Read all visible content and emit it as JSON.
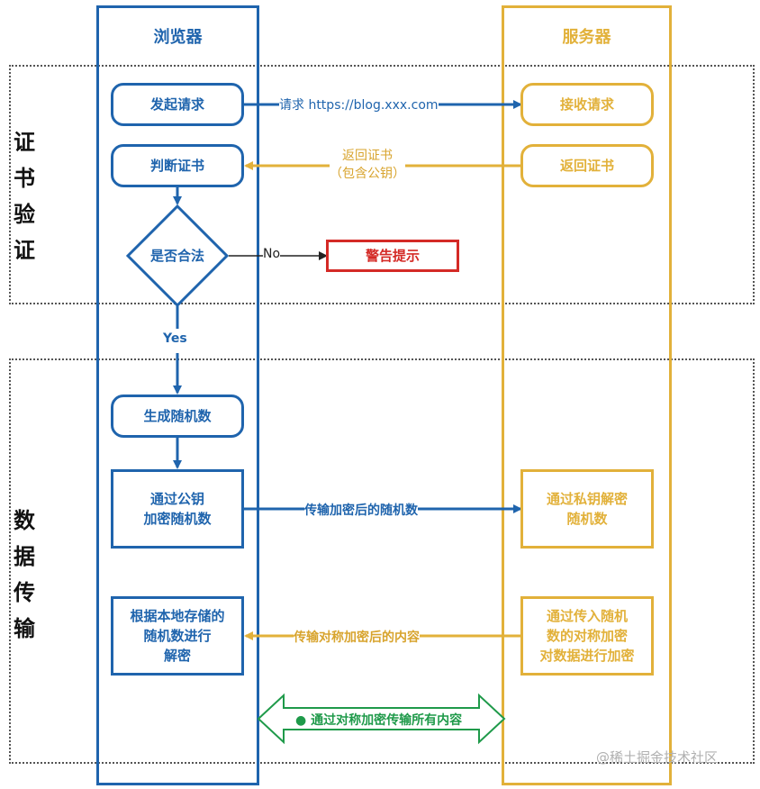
{
  "lanes": {
    "browser": "浏览器",
    "server": "服务器"
  },
  "sections": {
    "cert": [
      "证",
      "书",
      "验",
      "证"
    ],
    "data": [
      "数",
      "据",
      "传",
      "输"
    ]
  },
  "browser_steps": {
    "send_request": "发起请求",
    "judge_cert": "判断证书",
    "is_legal": "是否合法",
    "gen_random": "生成随机数",
    "encrypt_line1": "通过公钥",
    "encrypt_line2": "加密随机数",
    "decrypt_line1": "根据本地存储的",
    "decrypt_line2": "随机数进行",
    "decrypt_line3": "解密"
  },
  "server_steps": {
    "receive_request": "接收请求",
    "return_cert": "返回证书",
    "privkey_line1": "通过私钥解密",
    "privkey_line2": "随机数",
    "sym_line1": "通过传入随机",
    "sym_line2": "数的对称加密",
    "sym_line3": "对数据进行加密"
  },
  "alert": "警告提示",
  "edges": {
    "request_label": "请求 https://blog.xxx.com",
    "return_cert_line1": "返回证书",
    "return_cert_line2": "（包含公钥）",
    "no": "No",
    "yes": "Yes",
    "send_random": "传输加密后的随机数",
    "send_content": "传输对称加密后的内容",
    "symmetric_all": "● 通过对称加密传输所有内容"
  },
  "watermark": "@稀土掘金技术社区",
  "colors": {
    "browser": "#1f64ad",
    "server": "#e2b13a",
    "alert": "#d42a26",
    "symmetric": "#1f9a4a"
  }
}
